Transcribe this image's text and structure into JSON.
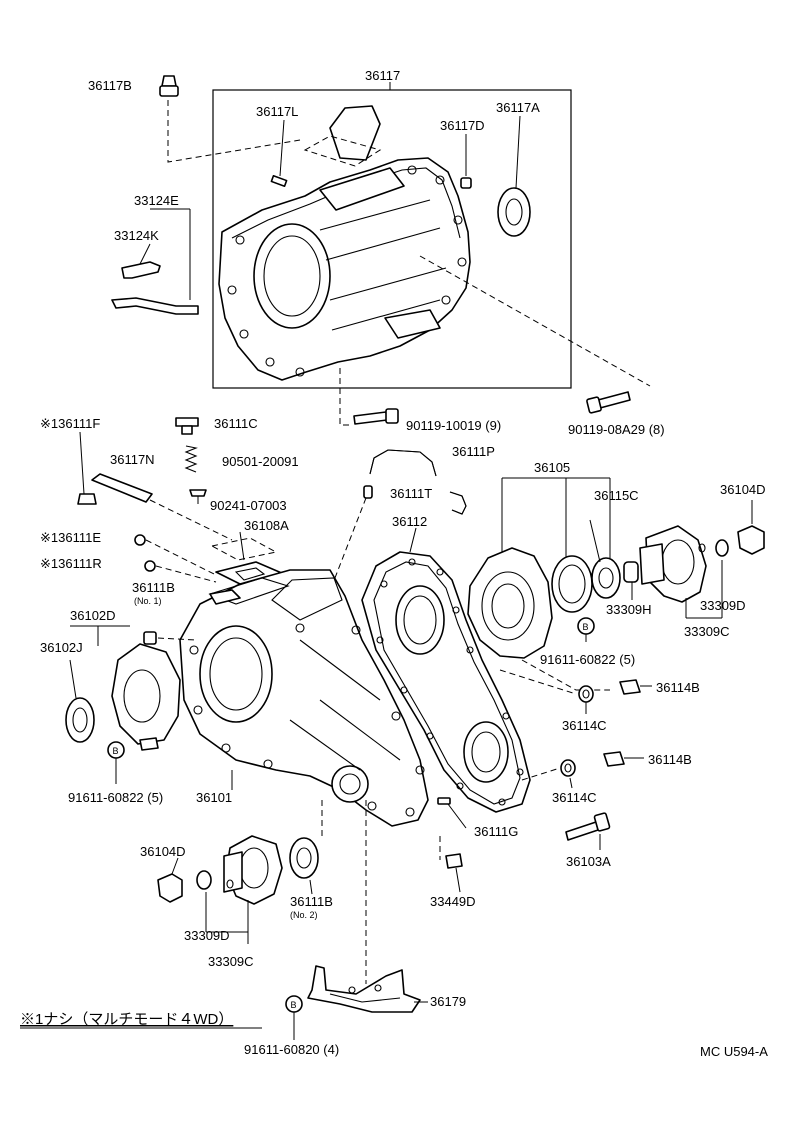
{
  "diagram": {
    "footnote": "※1ナシ（マルチモード４WD）",
    "code": "MC U594-A",
    "labels": {
      "p36117": "36117",
      "p36117B": "36117B",
      "p36117L": "36117L",
      "p36117D": "36117D",
      "p36117A": "36117A",
      "p33124E": "33124E",
      "p33124K": "33124K",
      "b90119_10019": "90119-10019 (9)",
      "b90119_08A29": "90119-08A29 (8)",
      "p136111F": "※136111F",
      "p36111C": "36111C",
      "p36117N": "36117N",
      "b90501": "90501-20091",
      "p36111P": "36111P",
      "b90241": "90241-07003",
      "p36111T": "36111T",
      "p36105": "36105",
      "p36115C": "36115C",
      "p36104D_r": "36104D",
      "p136111E": "※136111E",
      "p36108A": "36108A",
      "p36112": "36112",
      "p136111R": "※136111R",
      "p36111B_1": "36111B",
      "no1": "(No. 1)",
      "p36102D": "36102D",
      "p36102J": "36102J",
      "p33309H": "33309H",
      "p33309D_r": "33309D",
      "p33309C_r": "33309C",
      "b91611_60822_r": "91611-60822 (5)",
      "p36114B_1": "36114B",
      "p36114C_1": "36114C",
      "p36114B_2": "36114B",
      "b91611_60822_l": "91611-60822 (5)",
      "p36101": "36101",
      "p36114C_2": "36114C",
      "p36111G": "36111G",
      "p36103A": "36103A",
      "p36104D_l": "36104D",
      "p36111B_2": "36111B",
      "no2": "(No. 2)",
      "p33449D": "33449D",
      "p33309D_l": "33309D",
      "p33309C_l": "33309C",
      "p36179": "36179",
      "b91611_60820": "91611-60820 (4)",
      "ringB": "B"
    }
  }
}
